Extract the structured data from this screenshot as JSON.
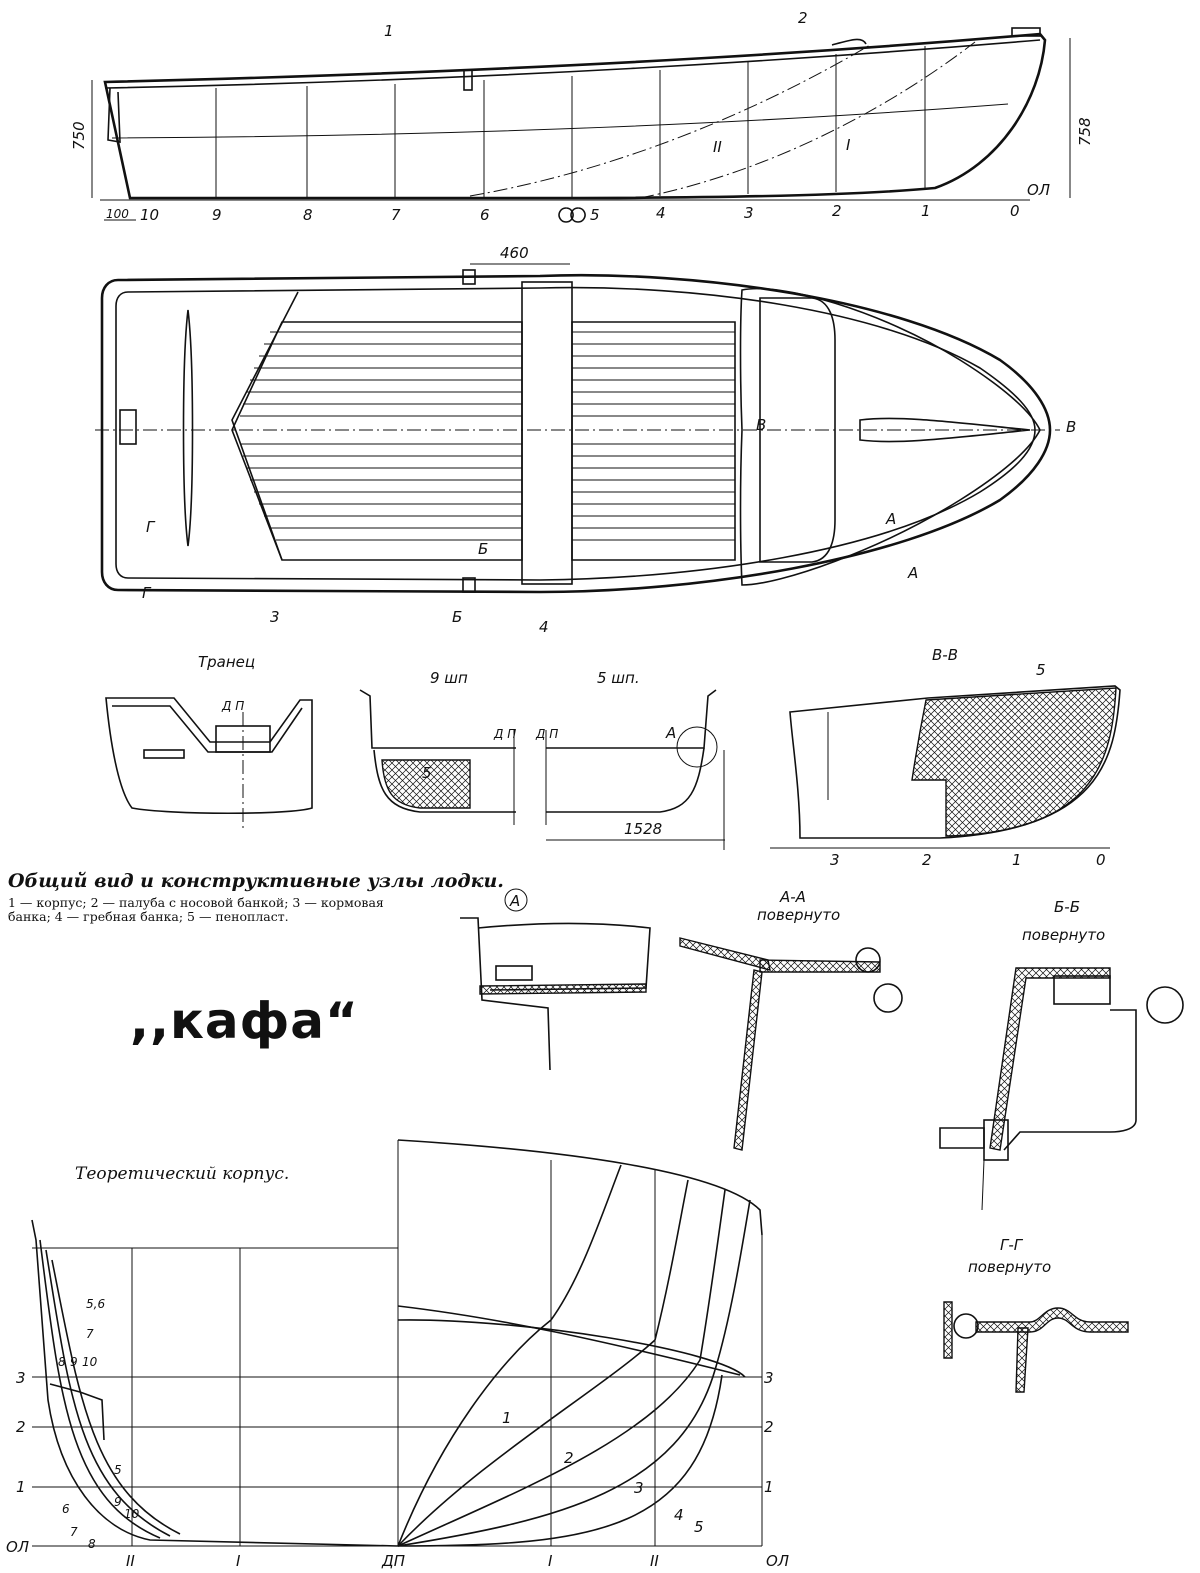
{
  "caption": {
    "title": "Общий вид и конструктивные узлы лодки.",
    "legend": "1 — корпус; 2 — палуба с носовой банкой; 3 — кормовая банка; 4 — гребная банка; 5 — пенопласт."
  },
  "brand": ",,кафа“",
  "theory_title": "Теоретический корпус.",
  "side_view": {
    "callouts": [
      "1",
      "2"
    ],
    "dims": {
      "stern_height": "750",
      "bow_height": "758",
      "stern_offset": "100"
    },
    "stations": [
      "10",
      "9",
      "8",
      "7",
      "6",
      "5",
      "4",
      "3",
      "2",
      "1",
      "0"
    ],
    "waterline_label": "ОЛ",
    "buttock_labels": [
      "II",
      "I"
    ]
  },
  "plan_view": {
    "dim_top": "460",
    "callouts": [
      "3",
      "4"
    ],
    "section_marks": [
      "В",
      "В",
      "Г",
      "Г",
      "Б",
      "Б",
      "А",
      "А"
    ]
  },
  "sections": {
    "transom_title": "Транец",
    "centerline": "Д П",
    "frame9_title": "9 шп",
    "frame5_title": "5 шп.",
    "foam_callout": "5",
    "detail_ref": "А",
    "width_dim": "1528",
    "vv_title": "В-В",
    "vv_stations": [
      "3",
      "2",
      "1",
      "0"
    ]
  },
  "details": {
    "a_label": "А",
    "aa_title": "А-А",
    "aa_sub": "повернуто",
    "bb_title": "Б-Б",
    "bb_sub": "повернуто",
    "gg_title": "Г-Г",
    "gg_sub": "повернуто"
  },
  "theoretical": {
    "wl_left": [
      "3",
      "2",
      "1",
      "ОЛ"
    ],
    "wl_right": [
      "3",
      "2",
      "1",
      "ОЛ"
    ],
    "bottom_labels": [
      "II",
      "I",
      "ДП",
      "I",
      "II"
    ],
    "stern_frames": [
      "5,6",
      "7",
      "8",
      "9",
      "10",
      "5",
      "6",
      "9",
      "10",
      "7",
      "8"
    ],
    "bow_frames": [
      "1",
      "2",
      "3",
      "4",
      "5"
    ]
  }
}
